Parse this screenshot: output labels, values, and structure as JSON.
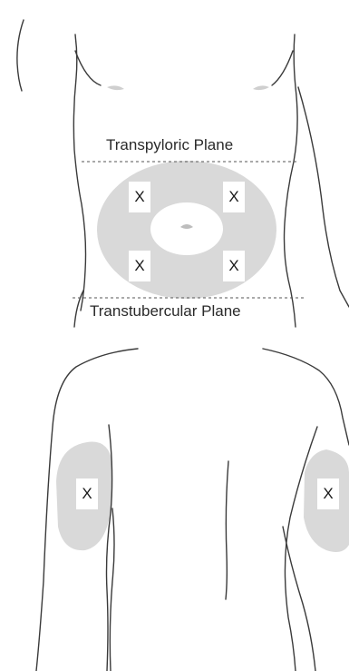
{
  "planes": {
    "upper_label": "Transpyloric Plane",
    "lower_label": "Transtubercular Plane"
  },
  "injection_sites": {
    "abdomen_upper_left": "X",
    "abdomen_upper_right": "X",
    "abdomen_lower_left": "X",
    "abdomen_lower_right": "X",
    "upper_arm_left": "X",
    "upper_arm_right": "X"
  },
  "colors": {
    "zone_fill": "#d9d9d9",
    "outline": "#3a3a3a",
    "plane_line": "#555555"
  }
}
